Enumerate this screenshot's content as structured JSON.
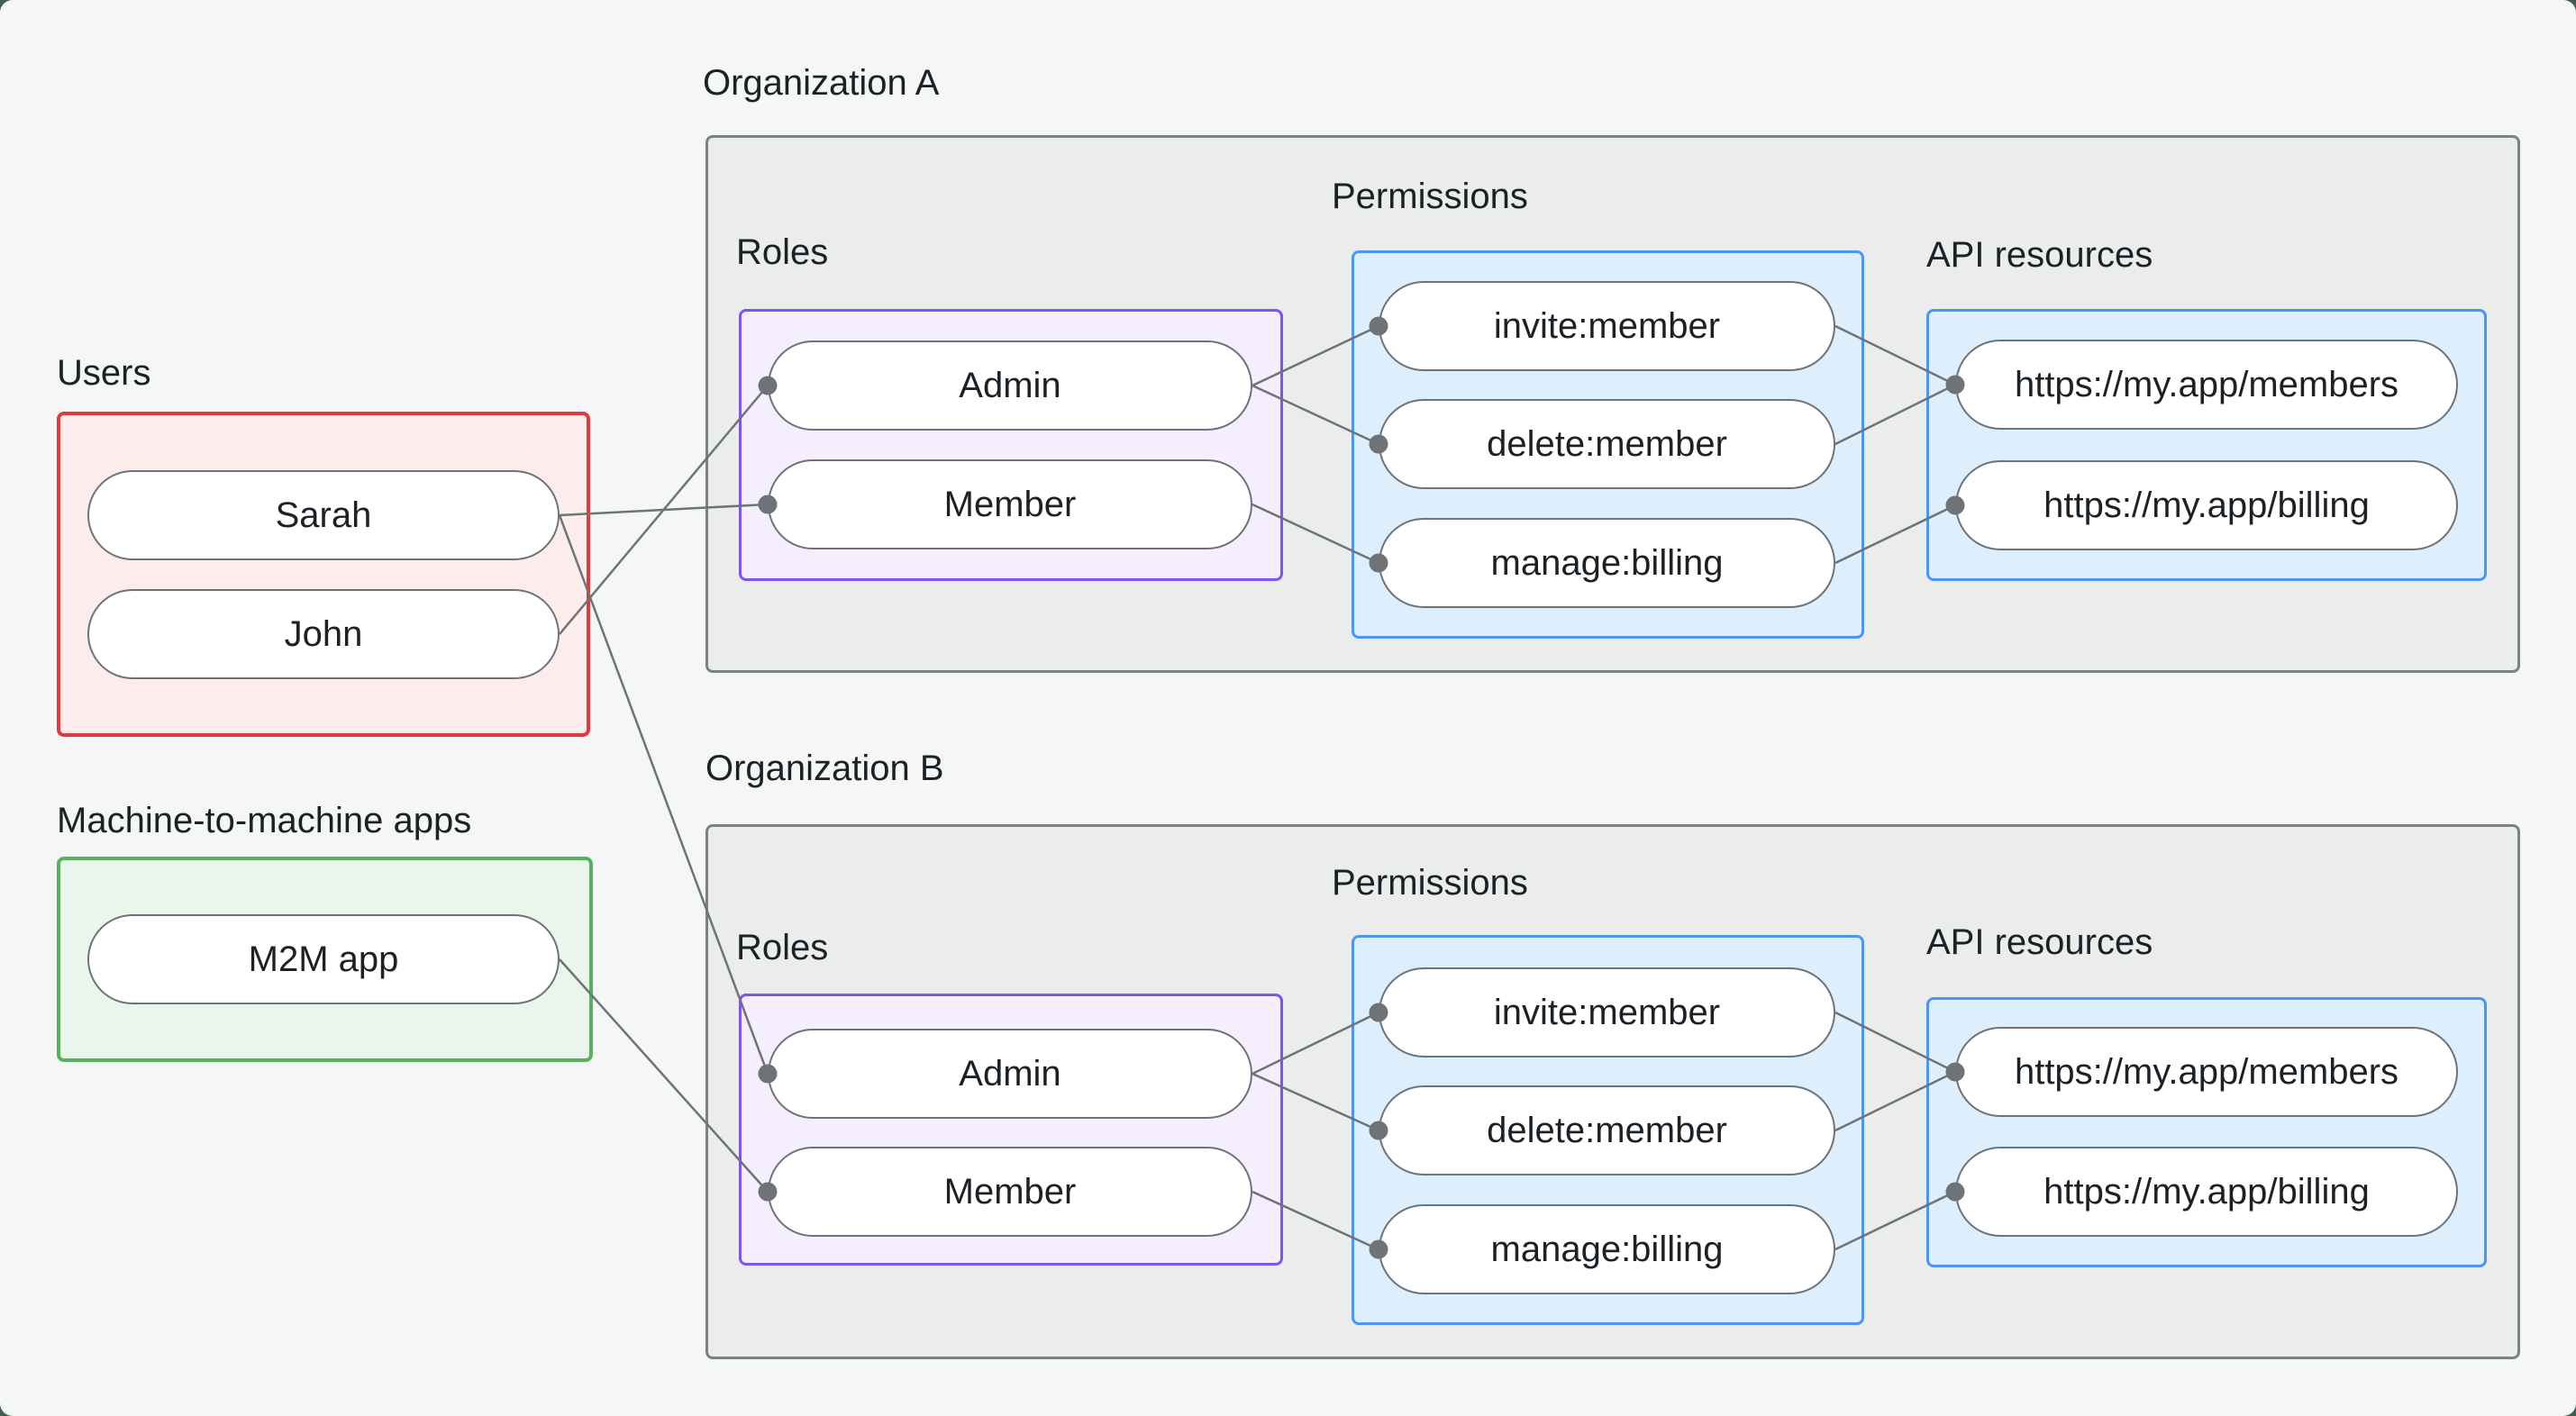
{
  "colors": {
    "page_bg": "#f5f7f6",
    "outer_bg": "#3f5e4e",
    "users_border": "#e0393e",
    "users_fill": "#fdecec",
    "m2m_border": "#57b160",
    "m2m_fill": "#eaf6eb",
    "org_border": "#7c8184",
    "org_fill": "#ebedec",
    "roles_border": "#7d55f3",
    "roles_fill": "#f4eefe",
    "permissions_border": "#4a95f6",
    "permissions_fill": "#ddeefc",
    "node_border": "#6d7377",
    "node_fill": "#ffffff",
    "edge": "#6d7377",
    "text": "#1c2126"
  },
  "users": {
    "label": "Users",
    "items": [
      "Sarah",
      "John"
    ]
  },
  "m2m": {
    "label": "Machine-to-machine apps",
    "items": [
      "M2M app"
    ]
  },
  "org_a": {
    "label": "Organization A",
    "roles_label": "Roles",
    "permissions_label": "Permissions",
    "api_label": "API resources",
    "roles": [
      "Admin",
      "Member"
    ],
    "permissions": [
      "invite:member",
      "delete:member",
      "manage:billing"
    ],
    "api_resources": [
      "https://my.app/members",
      "https://my.app/billing"
    ]
  },
  "org_b": {
    "label": "Organization B",
    "roles_label": "Roles",
    "permissions_label": "Permissions",
    "api_label": "API resources",
    "roles": [
      "Admin",
      "Member"
    ],
    "permissions": [
      "invite:member",
      "delete:member",
      "manage:billing"
    ],
    "api_resources": [
      "https://my.app/members",
      "https://my.app/billing"
    ]
  },
  "connections": [
    {
      "from": "Sarah",
      "to": "Org A: Member"
    },
    {
      "from": "John",
      "to": "Org A: Admin"
    },
    {
      "from": "Sarah",
      "to": "Org B: Admin"
    },
    {
      "from": "M2M app",
      "to": "Org B: Member"
    },
    {
      "from": "Org A: Admin",
      "to": "Org A: invite:member"
    },
    {
      "from": "Org A: Admin",
      "to": "Org A: delete:member"
    },
    {
      "from": "Org A: Member",
      "to": "Org A: manage:billing"
    },
    {
      "from": "Org A: invite:member",
      "to": "Org A: https://my.app/members"
    },
    {
      "from": "Org A: delete:member",
      "to": "Org A: https://my.app/members"
    },
    {
      "from": "Org A: manage:billing",
      "to": "Org A: https://my.app/billing"
    },
    {
      "from": "Org B: Admin",
      "to": "Org B: invite:member"
    },
    {
      "from": "Org B: Admin",
      "to": "Org B: delete:member"
    },
    {
      "from": "Org B: Member",
      "to": "Org B: manage:billing"
    },
    {
      "from": "Org B: invite:member",
      "to": "Org B: https://my.app/members"
    },
    {
      "from": "Org B: delete:member",
      "to": "Org B: https://my.app/members"
    },
    {
      "from": "Org B: manage:billing",
      "to": "Org B: https://my.app/billing"
    }
  ]
}
